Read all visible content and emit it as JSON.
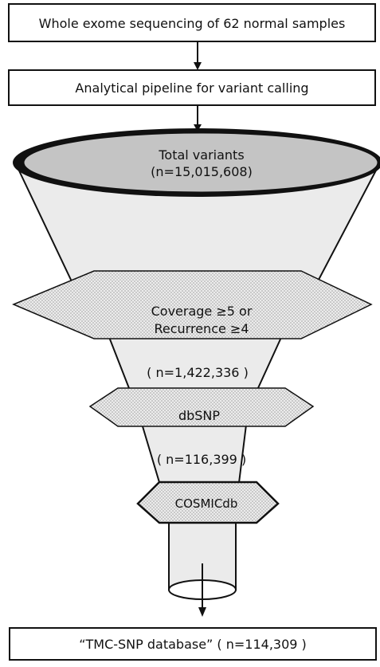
{
  "boxes": {
    "top": "Whole exome sequencing of 62 normal samples",
    "pipeline": "Analytical pipeline for variant calling",
    "bottom": "“TMC-SNP database” ( n=114,309 )"
  },
  "funnel": {
    "total_title": "Total variants",
    "total_count": "(n=15,015,608)",
    "filter1_line1": "Coverage ≥5 or",
    "filter1_line2": "Recurrence ≥4",
    "count1": "( n=1,422,336 )",
    "filter2": "dbSNP",
    "count2": "( n=116,399 )",
    "filter3": "COSMICdb"
  },
  "colors": {
    "ellipse_fill": "#c4c4c4",
    "funnel_fill": "#ebebeb",
    "diamond_fill": "#e2e2e2",
    "stroke": "#111111"
  }
}
